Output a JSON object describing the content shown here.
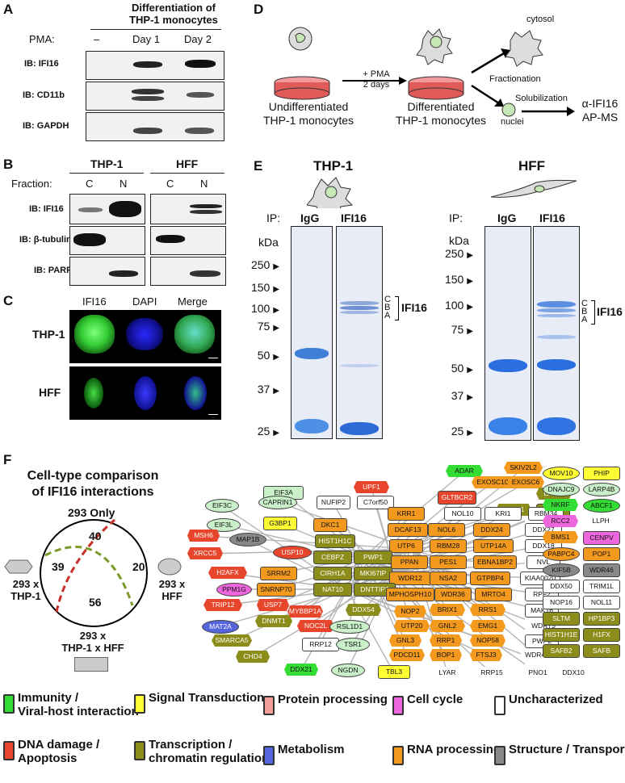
{
  "panels": {
    "A": "A",
    "B": "B",
    "C": "C",
    "D": "D",
    "E": "E",
    "F": "F"
  },
  "panelA": {
    "header_line1": "Differentiation of",
    "header_line2": "THP-1 monocytes",
    "pma_label": "PMA:",
    "lanes": [
      "–",
      "Day 1",
      "Day 2"
    ],
    "rows": [
      "IB: IFI16",
      "IB: CD11b",
      "IB: GAPDH"
    ]
  },
  "panelB": {
    "groups": [
      "THP-1",
      "HFF"
    ],
    "fraction_label": "Fraction:",
    "fractions": [
      "C",
      "N",
      "C",
      "N"
    ],
    "rows": [
      "IB: IFI16",
      "IB: β-tubulin",
      "IB: PARP"
    ]
  },
  "panelC": {
    "cols": [
      "IFI16",
      "DAPI",
      "Merge"
    ],
    "rows": [
      "THP-1",
      "HFF"
    ]
  },
  "panelD": {
    "start": [
      "Undifferentiated",
      "THP-1 monocytes"
    ],
    "pma": [
      "+ PMA",
      "2 days"
    ],
    "middle": [
      "Differentiated",
      "THP-1 monocytes"
    ],
    "cytosol": "cytosol",
    "fractionation": "Fractionation",
    "nuclei": "nuclei",
    "solubilization": "Solubilization",
    "result": [
      "α-IFI16",
      "AP-MS"
    ]
  },
  "panelE": {
    "titles": [
      "THP-1",
      "HFF"
    ],
    "ip_label": "IP:",
    "lanes": [
      "IgG",
      "IFI16"
    ],
    "kda": "kDa",
    "markers": [
      "250",
      "150",
      "100",
      "75",
      "50",
      "37",
      "25"
    ],
    "isoforms": [
      "C",
      "B",
      "A"
    ],
    "ifi16": "IFI16"
  },
  "panelF": {
    "title": [
      "Cell-type comparison",
      "of IFI16 interactions"
    ],
    "top": "293 Only",
    "left": [
      "293 x",
      "THP-1"
    ],
    "right": [
      "293 x",
      "HFF"
    ],
    "bottom": [
      "293 x",
      "THP-1 x HFF"
    ],
    "counts": [
      "40",
      "39",
      "20",
      "56"
    ],
    "nodes": [
      {
        "l": "ADAR",
        "c": "#33dd33",
        "s": "hex"
      },
      {
        "l": "SKIV2L2",
        "c": "#f39a1e",
        "s": "hex"
      },
      {
        "l": "EXOSC10",
        "c": "#f39a1e",
        "s": "hex"
      },
      {
        "l": "EXOSC6",
        "c": "#f39a1e",
        "s": "hex"
      },
      {
        "l": "EIF3A",
        "c": "#c9f0c9",
        "s": "box"
      },
      {
        "l": "UPF1",
        "c": "#e8462c",
        "s": "hex"
      },
      {
        "l": "EIF3C",
        "c": "#c9f0c9",
        "s": "oval"
      },
      {
        "l": "CAPRIN1",
        "c": "#c9f0c9",
        "s": "oval"
      },
      {
        "l": "NUFIP2",
        "c": "#ffffff",
        "s": "box"
      },
      {
        "l": "C7orf50",
        "c": "#ffffff",
        "s": "box"
      },
      {
        "l": "GLTBCR2",
        "c": "#e8462c",
        "s": "box"
      },
      {
        "l": "LAS1L",
        "c": "#8c8c1a",
        "s": "hex"
      },
      {
        "l": "EIF3L",
        "c": "#c9f0c9",
        "s": "oval"
      },
      {
        "l": "PELP1",
        "c": "#8c8c1a",
        "s": "hex"
      },
      {
        "l": "TEX10",
        "c": "#8c8c1a",
        "s": "box"
      },
      {
        "l": "MSH6",
        "c": "#e8462c",
        "s": "hex"
      },
      {
        "l": "G3BP1",
        "c": "#ffff33",
        "s": "box"
      },
      {
        "l": "DKC1",
        "c": "#f39a1e",
        "s": "box"
      },
      {
        "l": "KRR1",
        "c": "#f39a1e",
        "s": "box"
      },
      {
        "l": "NOL10",
        "c": "#ffffff",
        "s": "box"
      },
      {
        "l": "KRI1",
        "c": "#ffffff",
        "s": "box"
      },
      {
        "l": "RBM34",
        "c": "#ffffff",
        "s": "box"
      },
      {
        "l": "MAP1B",
        "c": "#888888",
        "s": "oval"
      },
      {
        "l": "XRCC5",
        "c": "#e8462c",
        "s": "hex"
      },
      {
        "l": "USP10",
        "c": "#e8462c",
        "s": "oval"
      },
      {
        "l": "HIST1H1C",
        "c": "#8c8c1a",
        "s": "box"
      },
      {
        "l": "DCAF13",
        "c": "#f39a1e",
        "s": "box"
      },
      {
        "l": "NOL6",
        "c": "#f39a1e",
        "s": "box"
      },
      {
        "l": "DDX24",
        "c": "#f39a1e",
        "s": "box"
      },
      {
        "l": "DDX27",
        "c": "#ffffff",
        "s": "box"
      },
      {
        "l": "UTP6",
        "c": "#f39a1e",
        "s": "box"
      },
      {
        "l": "RBM28",
        "c": "#f39a1e",
        "s": "box"
      },
      {
        "l": "UTP14A",
        "c": "#f39a1e",
        "s": "box"
      },
      {
        "l": "DDX18",
        "c": "#ffffff",
        "s": "box"
      },
      {
        "l": "H2AFX",
        "c": "#e8462c",
        "s": "hex"
      },
      {
        "l": "SRRM2",
        "c": "#f39a1e",
        "s": "box"
      },
      {
        "l": "CEBPZ",
        "c": "#8c8c1a",
        "s": "box"
      },
      {
        "l": "PWP1",
        "c": "#8c8c1a",
        "s": "box"
      },
      {
        "l": "PPAN",
        "c": "#f39a1e",
        "s": "box"
      },
      {
        "l": "PES1",
        "c": "#f39a1e",
        "s": "box"
      },
      {
        "l": "EBNA1BP2",
        "c": "#f39a1e",
        "s": "box"
      },
      {
        "l": "NVL",
        "c": "#ffffff",
        "s": "box"
      },
      {
        "l": "PPM1G",
        "c": "#ee66dd",
        "s": "oval"
      },
      {
        "l": "SNRNP70",
        "c": "#f39a1e",
        "s": "box"
      },
      {
        "l": "CIRH1A",
        "c": "#8c8c1a",
        "s": "box"
      },
      {
        "l": "MKI67IP",
        "c": "#8c8c1a",
        "s": "box"
      },
      {
        "l": "WDR12",
        "c": "#f39a1e",
        "s": "box"
      },
      {
        "l": "NSA2",
        "c": "#f39a1e",
        "s": "box"
      },
      {
        "l": "GTPBP4",
        "c": "#f39a1e",
        "s": "box"
      },
      {
        "l": "KIAA0020",
        "c": "#ffffff",
        "s": "box"
      },
      {
        "l": "TRIP12",
        "c": "#e8462c",
        "s": "hex"
      },
      {
        "l": "USP7",
        "c": "#e8462c",
        "s": "hex"
      },
      {
        "l": "NAT10",
        "c": "#8c8c1a",
        "s": "box"
      },
      {
        "l": "DNTTIP2",
        "c": "#8c8c1a",
        "s": "box"
      },
      {
        "l": "MPHOSPH10",
        "c": "#f39a1e",
        "s": "box"
      },
      {
        "l": "WDR36",
        "c": "#f39a1e",
        "s": "box"
      },
      {
        "l": "MRTO4",
        "c": "#f39a1e",
        "s": "box"
      },
      {
        "l": "RPF2",
        "c": "#ffffff",
        "s": "box"
      },
      {
        "l": "MAT2A",
        "c": "#5566dd",
        "s": "oval"
      },
      {
        "l": "DNMT1",
        "c": "#8c8c1a",
        "s": "hex"
      },
      {
        "l": "MYBBP1A",
        "c": "#e8462c",
        "s": "hex"
      },
      {
        "l": "DDX54",
        "c": "#8c8c1a",
        "s": "hex"
      },
      {
        "l": "NOP2",
        "c": "#f39a1e",
        "s": "hex"
      },
      {
        "l": "BRIX1",
        "c": "#f39a1e",
        "s": "hex"
      },
      {
        "l": "RRS1",
        "c": "#f39a1e",
        "s": "hex"
      },
      {
        "l": "MAK16",
        "c": "#ffffff",
        "s": "box"
      },
      {
        "l": "SMARCA5",
        "c": "#8c8c1a",
        "s": "hex"
      },
      {
        "l": "NOC2L",
        "c": "#e8462c",
        "s": "hex"
      },
      {
        "l": "RSL1D1",
        "c": "#c9f0c9",
        "s": "oval"
      },
      {
        "l": "UTP20",
        "c": "#f39a1e",
        "s": "hex"
      },
      {
        "l": "GNL2",
        "c": "#f39a1e",
        "s": "hex"
      },
      {
        "l": "EMG1",
        "c": "#f39a1e",
        "s": "hex"
      },
      {
        "l": "WDR75",
        "c": "#ffffff",
        "s": "hex"
      },
      {
        "l": "CHD4",
        "c": "#8c8c1a",
        "s": "hex"
      },
      {
        "l": "RRP12",
        "c": "#ffffff",
        "s": "box"
      },
      {
        "l": "TSR1",
        "c": "#c9f0c9",
        "s": "oval"
      },
      {
        "l": "GNL3",
        "c": "#f39a1e",
        "s": "hex"
      },
      {
        "l": "RRP1",
        "c": "#f39a1e",
        "s": "hex"
      },
      {
        "l": "NOP58",
        "c": "#f39a1e",
        "s": "hex"
      },
      {
        "l": "PWP2",
        "c": "#ffffff",
        "s": "box"
      },
      {
        "l": "PDCD11",
        "c": "#f39a1e",
        "s": "hex"
      },
      {
        "l": "BOP1",
        "c": "#f39a1e",
        "s": "hex"
      },
      {
        "l": "FTSJ3",
        "c": "#f39a1e",
        "s": "hex"
      },
      {
        "l": "WDR43",
        "c": "#ffffff",
        "s": "hex"
      },
      {
        "l": "DDX21",
        "c": "#33dd33",
        "s": "hex"
      },
      {
        "l": "NGDN",
        "c": "#c9f0c9",
        "s": "oval"
      },
      {
        "l": "TBL3",
        "c": "#ffff33",
        "s": "box"
      },
      {
        "l": "LYAR",
        "c": "#ffffff",
        "s": "hex"
      },
      {
        "l": "RRP15",
        "c": "#ffffff",
        "s": "hex"
      },
      {
        "l": "PNO1",
        "c": "#ffffff",
        "s": "hex"
      },
      {
        "l": "DDX10",
        "c": "#ffffff",
        "s": "hex"
      }
    ],
    "side_nodes": [
      {
        "l": "MOV10",
        "c": "#ffff33",
        "s": "oval"
      },
      {
        "l": "PHIP",
        "c": "#ffff33",
        "s": "box"
      },
      {
        "l": "DNAJC9",
        "c": "#c9f0c9",
        "s": "oval"
      },
      {
        "l": "LARP4B",
        "c": "#c9f0c9",
        "s": "oval"
      },
      {
        "l": "NKRF",
        "c": "#33dd33",
        "s": "hex"
      },
      {
        "l": "ABCF1",
        "c": "#33dd33",
        "s": "oval"
      },
      {
        "l": "RCC2",
        "c": "#ee66dd",
        "s": "hex"
      },
      {
        "l": "LLPH",
        "c": "#ffffff",
        "s": "hex"
      },
      {
        "l": "BMS1",
        "c": "#f39a1e",
        "s": "hex"
      },
      {
        "l": "CENPV",
        "c": "#ee66dd",
        "s": "box"
      },
      {
        "l": "PABPC4",
        "c": "#f39a1e",
        "s": "oval"
      },
      {
        "l": "POP1",
        "c": "#f39a1e",
        "s": "box"
      },
      {
        "l": "KIF5B",
        "c": "#888888",
        "s": "oval"
      },
      {
        "l": "WDR46",
        "c": "#888888",
        "s": "box"
      },
      {
        "l": "DDX50",
        "c": "#ffffff",
        "s": "box"
      },
      {
        "l": "TRIM1L",
        "c": "#ffffff",
        "s": "box"
      },
      {
        "l": "NOP16",
        "c": "#ffffff",
        "s": "box"
      },
      {
        "l": "NOL11",
        "c": "#ffffff",
        "s": "box"
      },
      {
        "l": "SLTM",
        "c": "#8c8c1a",
        "s": "box"
      },
      {
        "l": "HP1BP3",
        "c": "#8c8c1a",
        "s": "box"
      },
      {
        "l": "HIST1H1E",
        "c": "#8c8c1a",
        "s": "box"
      },
      {
        "l": "H1FX",
        "c": "#8c8c1a",
        "s": "box"
      },
      {
        "l": "SAFB2",
        "c": "#8c8c1a",
        "s": "box"
      },
      {
        "l": "SAFB",
        "c": "#8c8c1a",
        "s": "box"
      }
    ]
  },
  "legend": [
    {
      "label": "Immunity /\nViral-host interaction",
      "color": "#33dd33"
    },
    {
      "label": "Signal Transduction",
      "color": "#ffff33"
    },
    {
      "label": "Protein processing",
      "color": "#f4a09a"
    },
    {
      "label": "Cell cycle",
      "color": "#ee66dd"
    },
    {
      "label": "Uncharacterized",
      "color": "#ffffff"
    },
    {
      "label": "DNA damage /\nApoptosis",
      "color": "#e8462c"
    },
    {
      "label": "Transcription /\nchromatin regulation",
      "color": "#8c8c1a"
    },
    {
      "label": "Metabolism",
      "color": "#5566dd"
    },
    {
      "label": "RNA processing",
      "color": "#f39a1e"
    },
    {
      "label": "Structure / Transport",
      "color": "#888888"
    }
  ]
}
